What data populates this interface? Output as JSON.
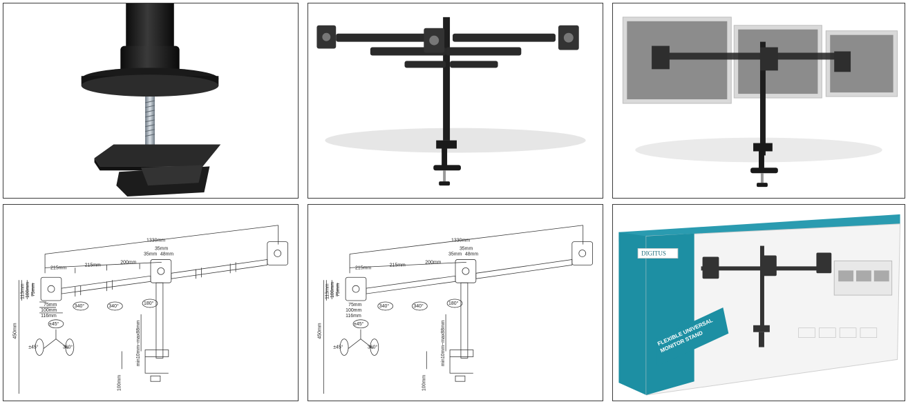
{
  "panels": [
    {
      "id": "clamp-closeup"
    },
    {
      "id": "stand-product"
    },
    {
      "id": "stand-with-monitors"
    },
    {
      "id": "dimension-drawing-angles"
    },
    {
      "id": "dimension-drawing-plain"
    },
    {
      "id": "retail-box"
    }
  ],
  "drawing": {
    "total_width": "1330mm",
    "arm1": "215mm",
    "arm2": "215mm",
    "arm3": "200mm",
    "offset1": "35mm",
    "offset2": "35mm",
    "offset3": "48mm",
    "vesa_h1": "113mm",
    "vesa_h2": "100mm",
    "vesa_h3": "75mm",
    "vesa_w1": "75mm",
    "vesa_w2": "100mm",
    "vesa_w3": "116mm",
    "height": "450mm",
    "clamp_range": "min10mm~max88mm",
    "clamp_depth": "100mm",
    "rot_340a": "340°",
    "rot_340b": "340°",
    "rot_180": "180°",
    "tilt_up": "±45°",
    "tilt_side": "±45°",
    "rot_360": "360°"
  },
  "box": {
    "brand": "DIGITUS",
    "title_line1": "FLEXIBLE UNIVERSAL",
    "title_line2": "MONITOR STAND",
    "side_text": "FLEXIBLE UNIVERSAL MONITOR STAND"
  },
  "colors": {
    "frame": "#3a3a3a",
    "metal": "#1e1e1e",
    "screen": "#8c8c8c",
    "box_teal": "#1d8fa3"
  }
}
